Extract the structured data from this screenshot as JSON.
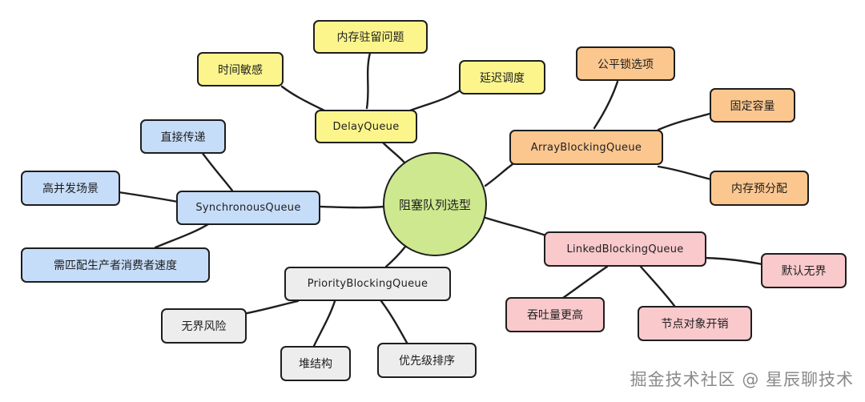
{
  "center": "阻塞队列选型",
  "branches": {
    "delay": {
      "title": "DelayQueue",
      "items": [
        "内存驻留问题",
        "时间敏感",
        "延迟调度"
      ]
    },
    "array": {
      "title": "ArrayBlockingQueue",
      "items": [
        "公平锁选项",
        "固定容量",
        "内存预分配"
      ]
    },
    "linked": {
      "title": "LinkedBlockingQueue",
      "items": [
        "默认无界",
        "吞吐量更高",
        "节点对象开销"
      ]
    },
    "priority": {
      "title": "PriorityBlockingQueue",
      "items": [
        "无界风险",
        "堆结构",
        "优先级排序"
      ]
    },
    "sync": {
      "title": "SynchronousQueue",
      "items": [
        "直接传递",
        "高并发场景",
        "需匹配生产者消费者速度"
      ]
    }
  },
  "colors": {
    "delay": "#fbf58c",
    "array": "#fbc78f",
    "linked": "#f9c9cc",
    "priority": "#ededed",
    "sync": "#c6ddf9",
    "center": "#cde88f"
  },
  "watermark": "掘金技术社区 @ 星辰聊技术"
}
